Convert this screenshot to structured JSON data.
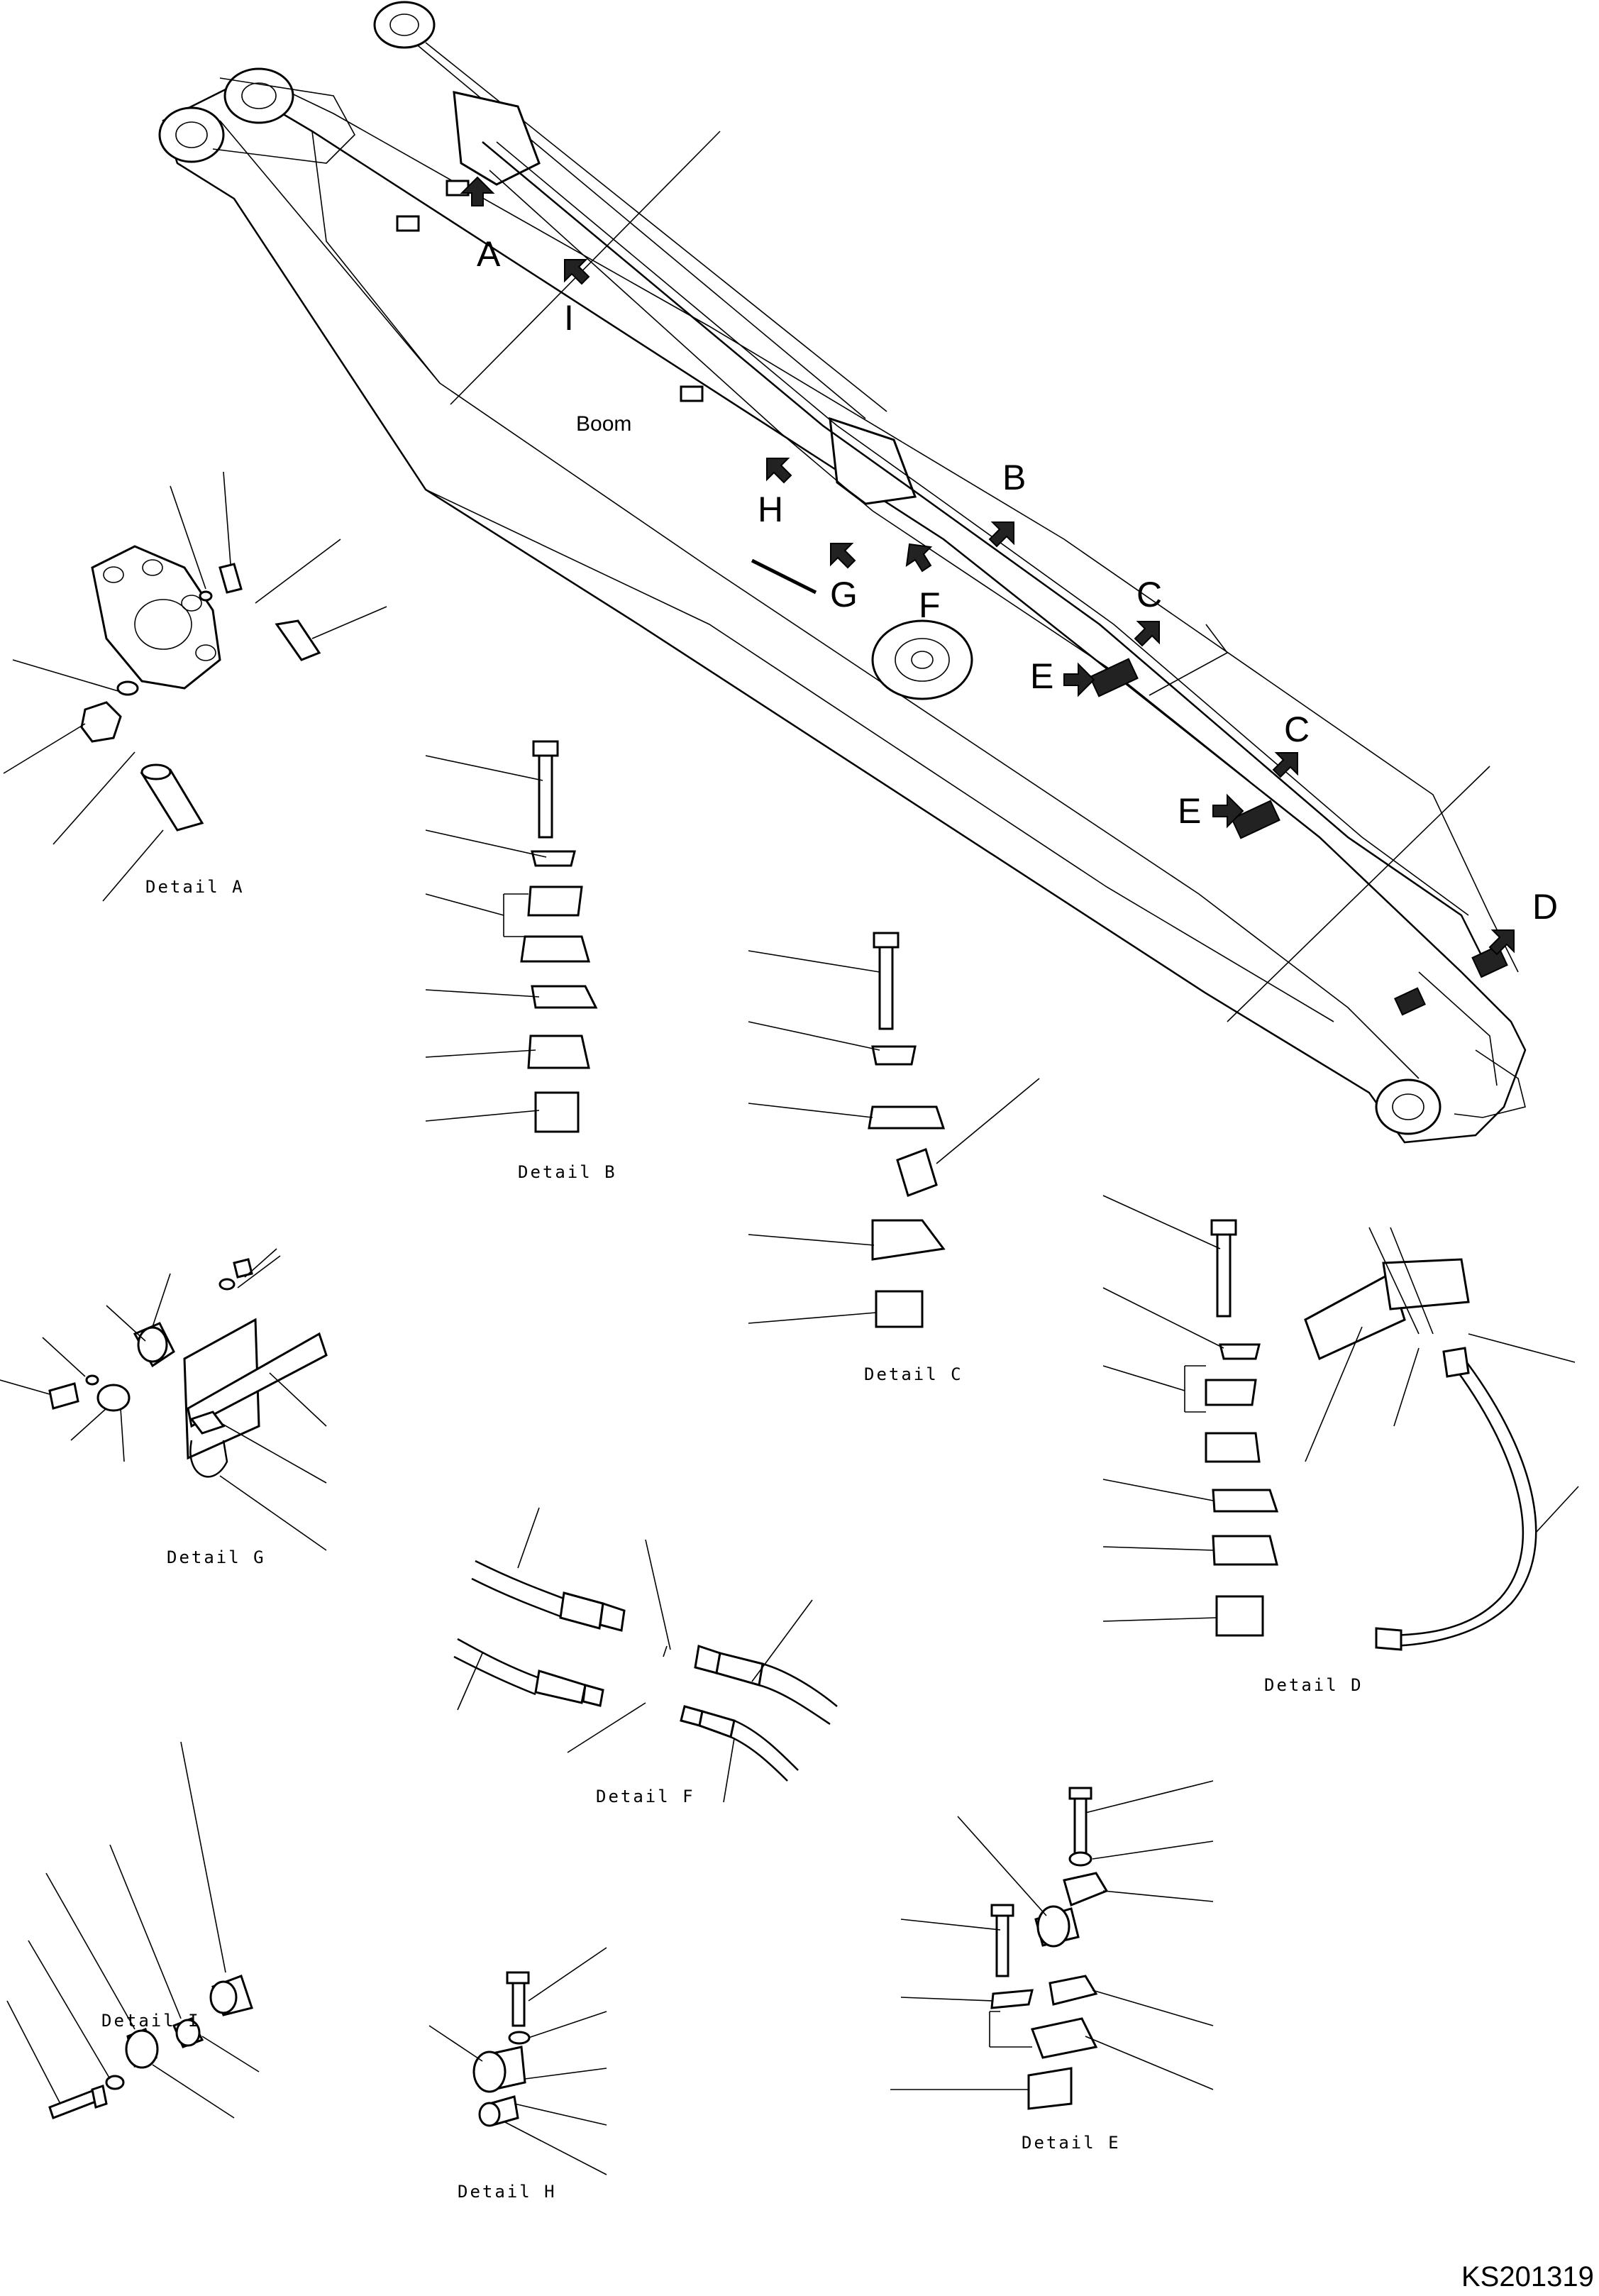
{
  "boom_label": "Boom",
  "callouts": {
    "A": "A",
    "I": "I",
    "H": "H",
    "G": "G",
    "F": "F",
    "B": "B",
    "C1": "C",
    "C2": "C",
    "E1": "E",
    "E2": "E",
    "D": "D"
  },
  "details": {
    "A": "Detail A",
    "B": "Detail B",
    "C": "Detail C",
    "D": "Detail D",
    "E": "Detail E",
    "F": "Detail F",
    "G": "Detail G",
    "H": "Detail H",
    "I": "Detail I"
  },
  "drawing_code": "KS201319"
}
